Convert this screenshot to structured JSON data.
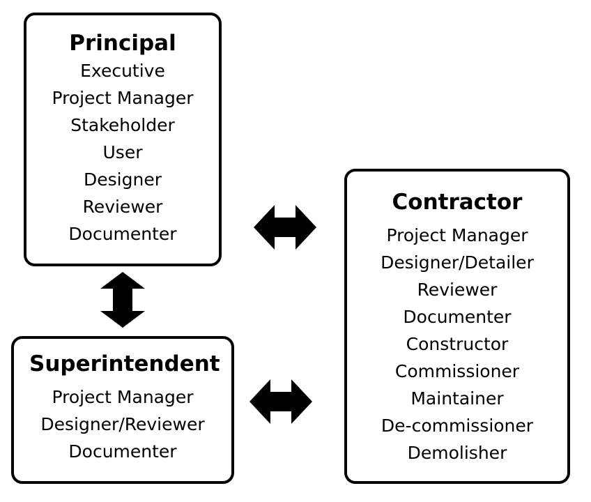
{
  "principal": {
    "title": "Principal",
    "roles": [
      "Executive",
      "Project Manager",
      "Stakeholder",
      "User",
      "Designer",
      "Reviewer",
      "Documenter"
    ]
  },
  "superintendent": {
    "title": "Superintendent",
    "roles": [
      "Project Manager",
      "Designer/Reviewer",
      "Documenter"
    ]
  },
  "contractor": {
    "title": "Contractor",
    "roles": [
      "Project Manager",
      "Designer/Detailer",
      "Reviewer",
      "Documenter",
      "Constructor",
      "Commissioner",
      "Maintainer",
      "De-commissioner",
      "Demolisher"
    ]
  },
  "arrows": [
    {
      "from": "Principal",
      "to": "Contractor",
      "direction": "bidirectional"
    },
    {
      "from": "Superintendent",
      "to": "Contractor",
      "direction": "bidirectional"
    },
    {
      "from": "Principal",
      "to": "Superintendent",
      "direction": "bidirectional"
    }
  ],
  "colors": {
    "stroke": "#000000",
    "background": "#ffffff",
    "arrow_fill": "#000000"
  }
}
